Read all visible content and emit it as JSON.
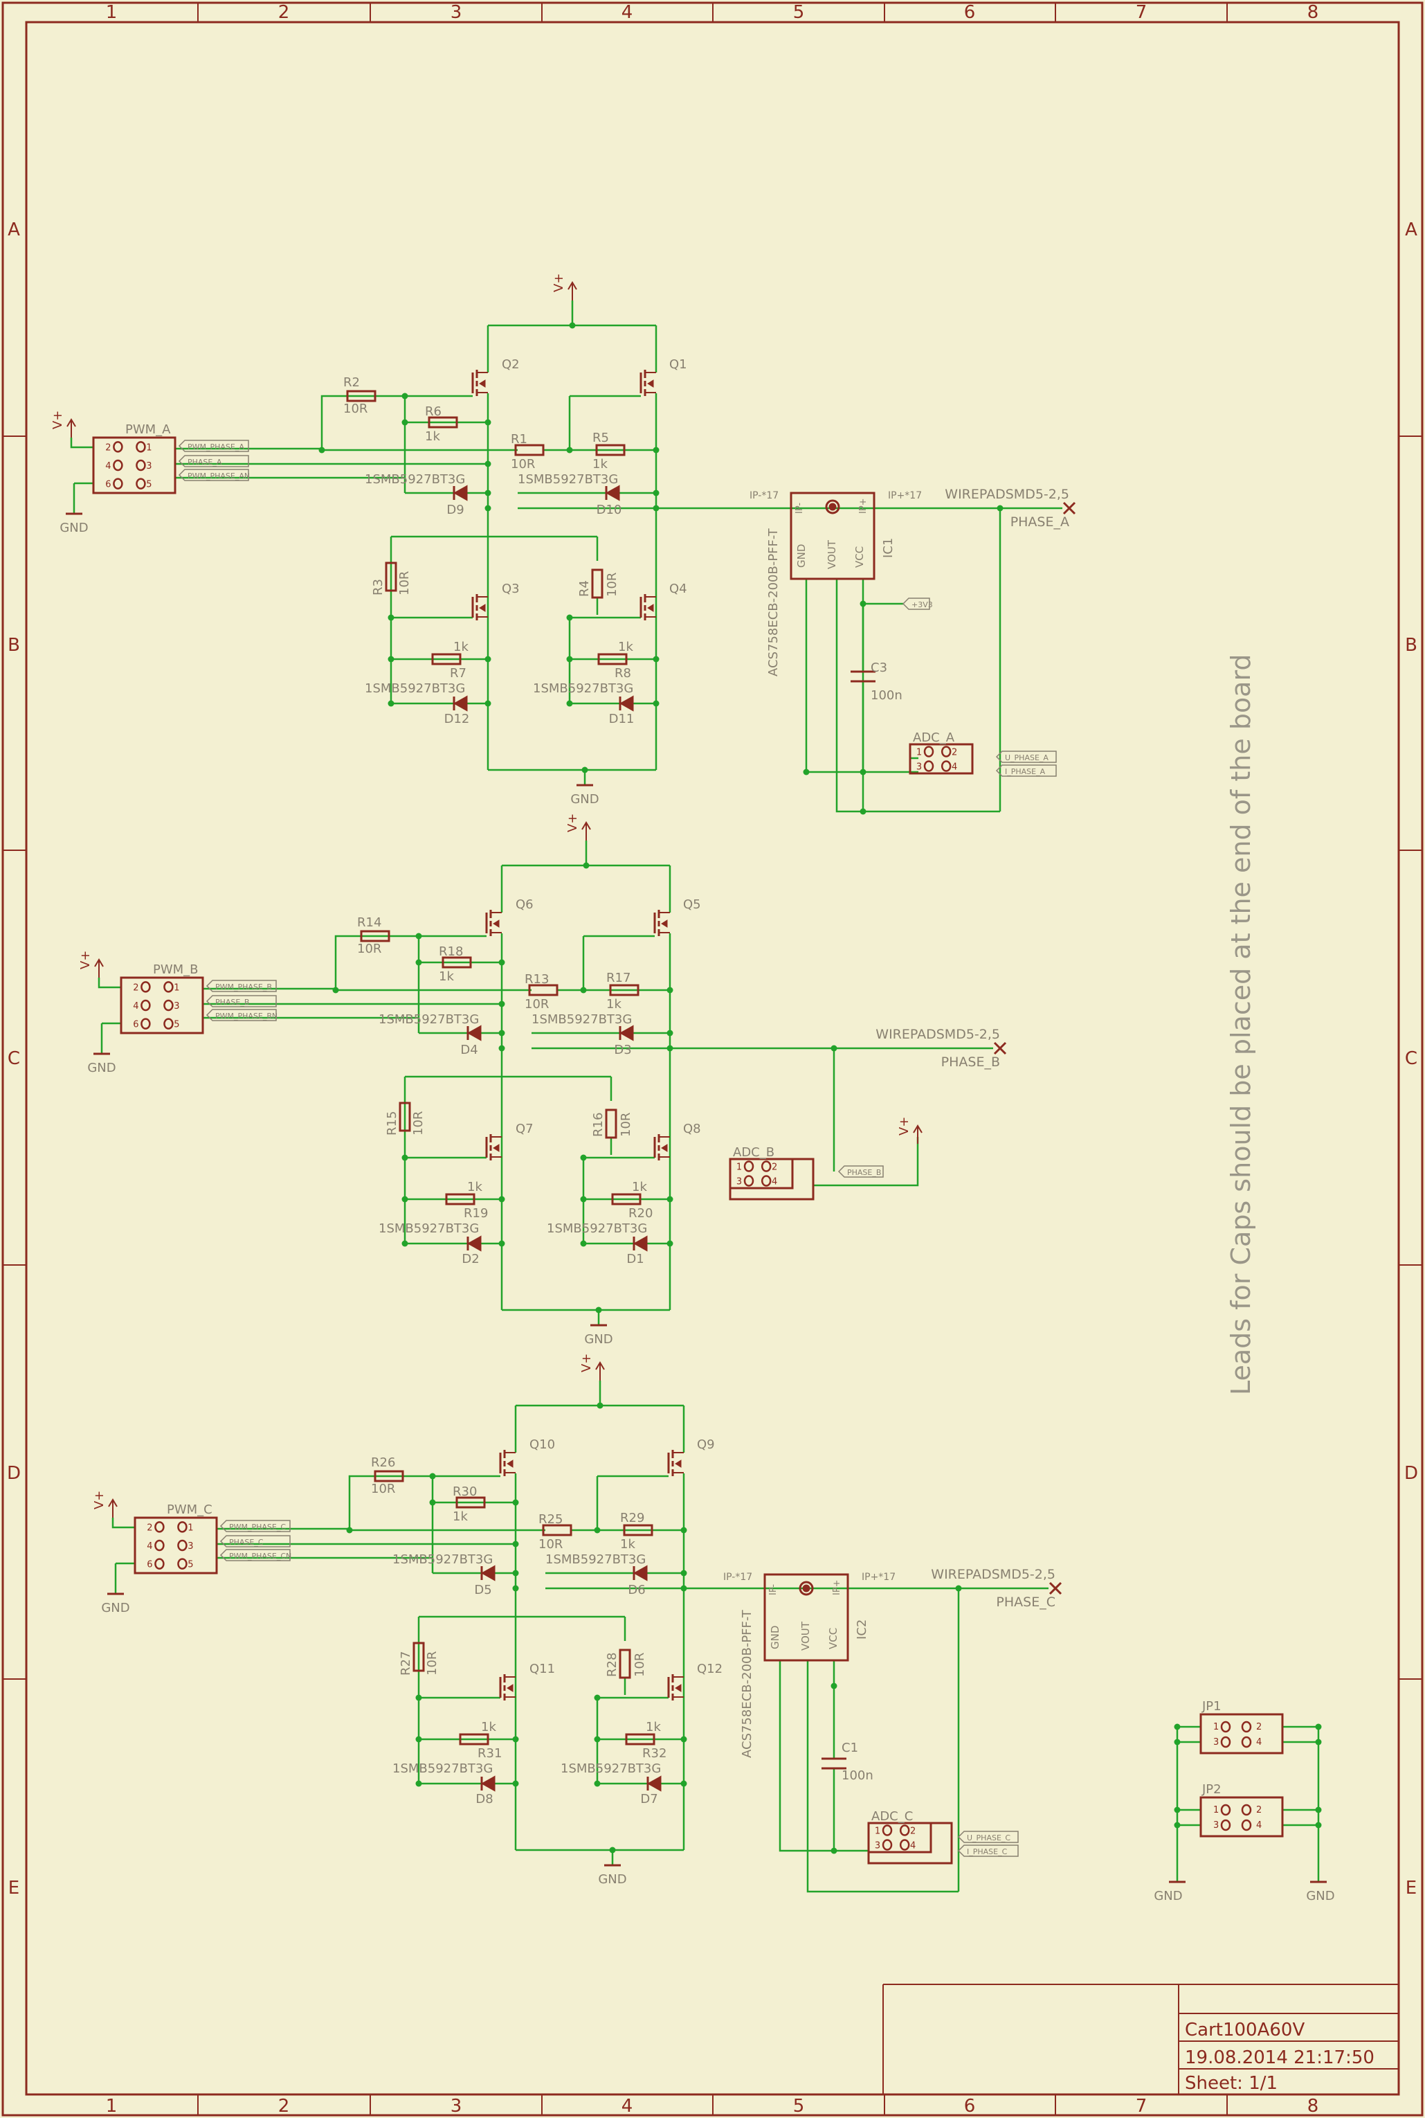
{
  "frame": {
    "columns": [
      "1",
      "2",
      "3",
      "4",
      "5",
      "6",
      "7",
      "8"
    ],
    "rows": [
      "A",
      "B",
      "C",
      "D",
      "E"
    ]
  },
  "note": "Leads for Caps should be placed at the end of the board",
  "title_block": {
    "name": "Cart100A60V",
    "date": "19.08.2014 21:17:50",
    "sheet": "Sheet: 1/1"
  },
  "colors": {
    "wire": "#22a32a",
    "symbol": "#8c2a1f",
    "label": "#888070",
    "background": "#f3f0d2"
  },
  "power": {
    "vplus": "V+",
    "gnd": "GND",
    "v33": "+3V3"
  },
  "common": {
    "diode_part": "1SMB5927BT3G",
    "r_10R": "10R",
    "r_1k": "1k",
    "wirepad": "WIREPADSMD5-2,5",
    "sensor_part": "ACS758ECB-200B-PFF-T",
    "ip_minus": "IP-*17",
    "ip_plus": "IP+*17",
    "pin_gnd": "GND",
    "pin_vout": "VOUT",
    "pin_vcc": "VCC",
    "ip_minus_short": "IP-",
    "ip_plus_short": "IP+"
  },
  "phases": [
    {
      "pwm": "PWM_A",
      "adc": "ADC_A",
      "phase_label": "PHASE_A",
      "nets": [
        "PWM_PHASE_A",
        "PHASE_A",
        "PWM_PHASE_AN"
      ],
      "adc_nets": [
        "I_PHASE_A",
        "U_PHASE_A"
      ],
      "q": [
        "Q2",
        "Q1",
        "Q3",
        "Q4"
      ],
      "r_top": [
        "R2",
        "R6",
        "R1",
        "R5"
      ],
      "r_bot": [
        "R3",
        "R4",
        "R7",
        "R8"
      ],
      "d_top": [
        "D9",
        "D10"
      ],
      "d_bot": [
        "D12",
        "D11"
      ],
      "ic": "IC1",
      "cap": "C3",
      "cap_val": "100n"
    },
    {
      "pwm": "PWM_B",
      "adc": "ADC_B",
      "phase_label": "PHASE_B",
      "nets": [
        "PWM_PHASE_B",
        "PHASE_B",
        "PWM_PHASE_BN"
      ],
      "adc_nets": [
        "PHASE_B"
      ],
      "q": [
        "Q6",
        "Q5",
        "Q7",
        "Q8"
      ],
      "r_top": [
        "R14",
        "R18",
        "R13",
        "R17"
      ],
      "r_bot": [
        "R15",
        "R16",
        "R19",
        "R20"
      ],
      "d_top": [
        "D4",
        "D3"
      ],
      "d_bot": [
        "D2",
        "D1"
      ]
    },
    {
      "pwm": "PWM_C",
      "adc": "ADC_C",
      "phase_label": "PHASE_C",
      "nets": [
        "PWM_PHASE_C",
        "PHASE_C",
        "PWM_PHASE_CN"
      ],
      "adc_nets": [
        "U_PHASE_C",
        "I_PHASE_C"
      ],
      "q": [
        "Q10",
        "Q9",
        "Q11",
        "Q12"
      ],
      "r_top": [
        "R26",
        "R30",
        "R25",
        "R29"
      ],
      "r_bot": [
        "R27",
        "R28",
        "R31",
        "R32"
      ],
      "d_top": [
        "D5",
        "D6"
      ],
      "d_bot": [
        "D8",
        "D7"
      ],
      "ic": "IC2",
      "cap": "C1",
      "cap_val": "100n"
    }
  ],
  "jumpers": [
    "JP1",
    "JP2"
  ],
  "pin_numbers": {
    "pwm": [
      "2",
      "1",
      "4",
      "3",
      "6",
      "5"
    ],
    "adc": [
      "1",
      "2",
      "3",
      "4"
    ],
    "jp": [
      "1",
      "2",
      "3",
      "4"
    ]
  }
}
